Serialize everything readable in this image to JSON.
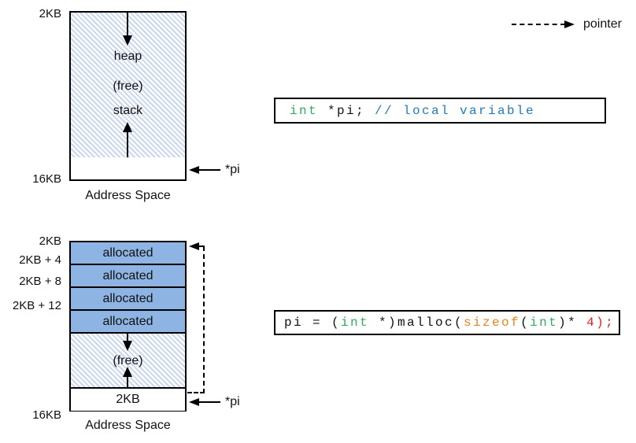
{
  "legend": {
    "pointer_label": "pointer"
  },
  "code_box_1": {
    "segments": {
      "keyword": "int",
      "plain": " *pi; ",
      "comment": "// local variable"
    }
  },
  "code_box_2": {
    "segments": {
      "plain1": "pi = (",
      "keyword1": "int",
      "plain2": " *)malloc(",
      "builtin": "sizeof",
      "plain3": "(",
      "keyword2": "int",
      "plain4": ")* ",
      "number": "4);"
    }
  },
  "diagram_before": {
    "top_address": "2KB",
    "bottom_address": "16KB",
    "heap_label": "heap",
    "free_label": "(free)",
    "stack_label": "stack",
    "pointer_label": "*pi",
    "caption": "Address Space"
  },
  "diagram_after": {
    "address_labels": [
      "2KB",
      "2KB + 4",
      "2KB + 8",
      "2KB + 12"
    ],
    "bottom_address": "16KB",
    "allocated_blocks": [
      "allocated",
      "allocated",
      "allocated",
      "allocated"
    ],
    "free_label": "(free)",
    "base_block_label": "2KB",
    "pointer_label": "*pi",
    "caption": "Address Space"
  },
  "colors": {
    "allocated_fill": "#8eb4e3",
    "hatch_stripe": "#c9d7ee",
    "code_keyword_green": "#2eab5e",
    "code_comment_blue": "#1f7bbf",
    "code_builtin_orange": "#e8821e",
    "code_number_red": "#ed1c1c"
  }
}
